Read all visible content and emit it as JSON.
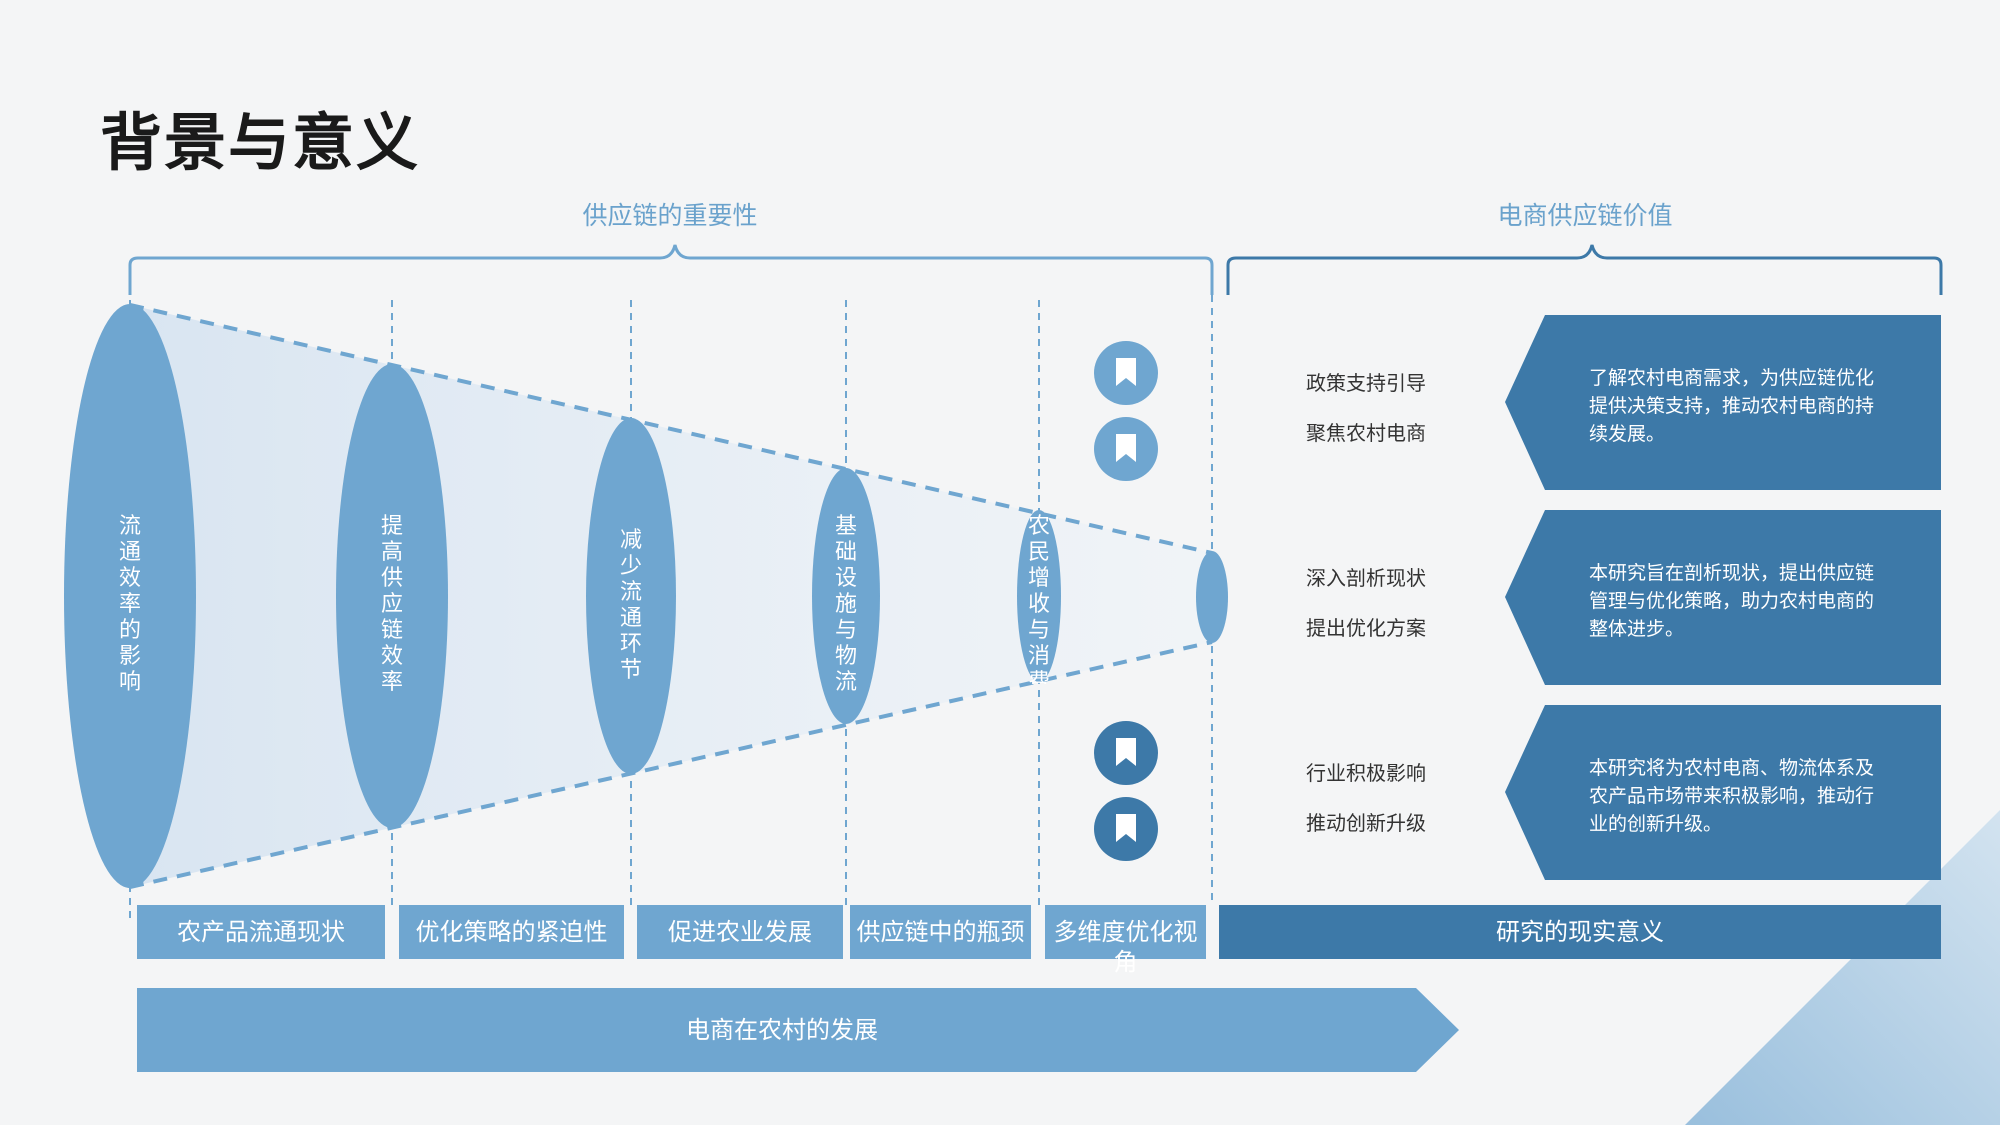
{
  "title": "背景与意义",
  "sections": {
    "left": "供应链的重要性",
    "right": "电商供应链价值"
  },
  "cones": [
    {
      "label": "流通效率的影响"
    },
    {
      "label": "提高供应链效率"
    },
    {
      "label": "减少流通环节"
    },
    {
      "label": "基础设施与物流"
    },
    {
      "label": "农民增收与消费"
    }
  ],
  "headers": [
    "农产品流通现状",
    "优化策略的紧迫性",
    "促进农业发展",
    "供应链中的瓶颈",
    "多维度优化视角",
    "研究的现实意义"
  ],
  "bottom_arrow": "电商在农村的发展",
  "value_rows": [
    {
      "kw1": "政策支持引导",
      "kw2": "聚焦农村电商",
      "desc": "了解农村电商需求，为供应链优化提供决策支持，推动农村电商的持续发展。"
    },
    {
      "kw1": "深入剖析现状",
      "kw2": "提出优化方案",
      "desc": "本研究旨在剖析现状，提出供应链管理与优化策略，助力农村电商的整体进步。"
    },
    {
      "kw1": "行业积极影响",
      "kw2": "推动创新升级",
      "desc": "本研究将为农村电商、物流体系及农产品市场带来积极影响，推动行业的创新升级。"
    }
  ],
  "icons": [
    "bookmark-icon",
    "bookmark-icon",
    "bookmark-icon",
    "bookmark-icon"
  ],
  "colors": {
    "light_blue": "#6fa6d0",
    "dark_blue": "#3d79a8",
    "background": "#f4f5f6"
  }
}
